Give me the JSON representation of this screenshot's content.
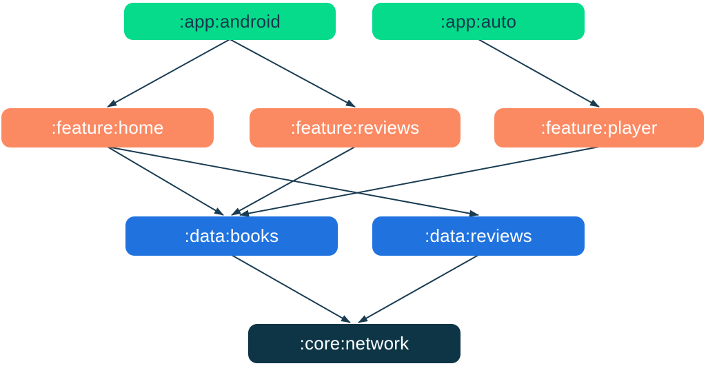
{
  "palette": {
    "app_fill": "#05DB8B",
    "feature_fill": "#FB8A63",
    "data_fill": "#2073DF",
    "core_fill": "#0D3546",
    "edge_color": "#1A3C52",
    "text_on_app": "#16384C",
    "text_on_feature": "#FFFFFF",
    "text_on_data": "#FFFFFF",
    "text_on_core": "#FFFFFF",
    "background": "#FFFFFF"
  },
  "nodes": {
    "app_android": {
      "label": ":app:android",
      "fill": "#05DB8B",
      "text_color": "#16384C"
    },
    "app_auto": {
      "label": ":app:auto",
      "fill": "#05DB8B",
      "text_color": "#16384C"
    },
    "feature_home": {
      "label": ":feature:home",
      "fill": "#FB8A63",
      "text_color": "#FFFFFF"
    },
    "feature_reviews": {
      "label": ":feature:reviews",
      "fill": "#FB8A63",
      "text_color": "#FFFFFF"
    },
    "feature_player": {
      "label": ":feature:player",
      "fill": "#FB8A63",
      "text_color": "#FFFFFF"
    },
    "data_books": {
      "label": ":data:books",
      "fill": "#2073DF",
      "text_color": "#FFFFFF"
    },
    "data_reviews": {
      "label": ":data:reviews",
      "fill": "#2073DF",
      "text_color": "#FFFFFF"
    },
    "core_network": {
      "label": ":core:network",
      "fill": "#0D3546",
      "text_color": "#FFFFFF"
    }
  },
  "edges": [
    {
      "from": "app_android",
      "to": "feature_home"
    },
    {
      "from": "app_android",
      "to": "feature_reviews"
    },
    {
      "from": "app_auto",
      "to": "feature_player"
    },
    {
      "from": "feature_home",
      "to": "data_books"
    },
    {
      "from": "feature_home",
      "to": "data_reviews"
    },
    {
      "from": "feature_reviews",
      "to": "data_books"
    },
    {
      "from": "feature_player",
      "to": "data_books"
    },
    {
      "from": "data_books",
      "to": "core_network"
    },
    {
      "from": "data_reviews",
      "to": "core_network"
    }
  ]
}
